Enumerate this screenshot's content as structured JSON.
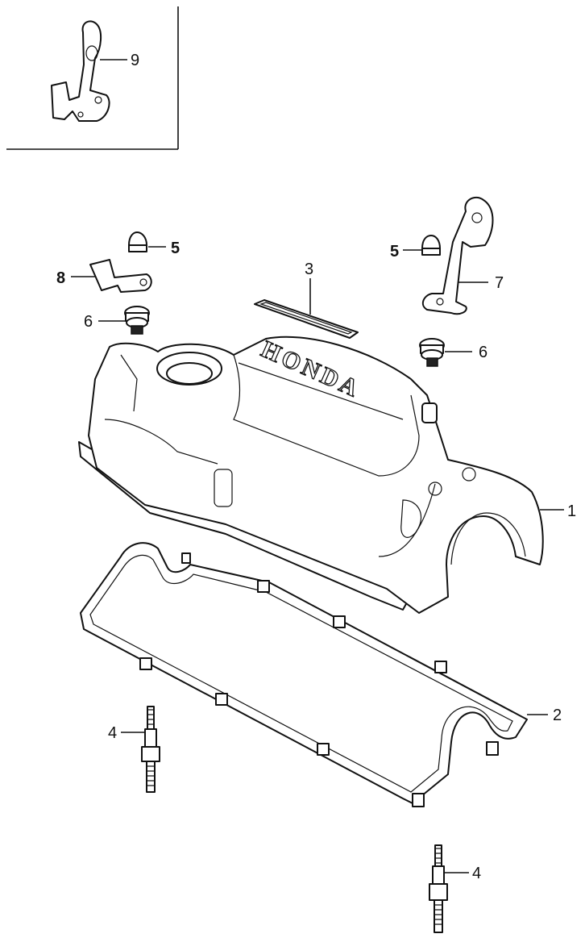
{
  "callouts": {
    "c1": "1",
    "c2": "2",
    "c3": "3",
    "c4a": "4",
    "c4b": "4",
    "c5a": "5",
    "c5b": "5",
    "c6a": "6",
    "c6b": "6",
    "c7": "7",
    "c8": "8",
    "c9": "9"
  },
  "emboss_text": "HONDA"
}
